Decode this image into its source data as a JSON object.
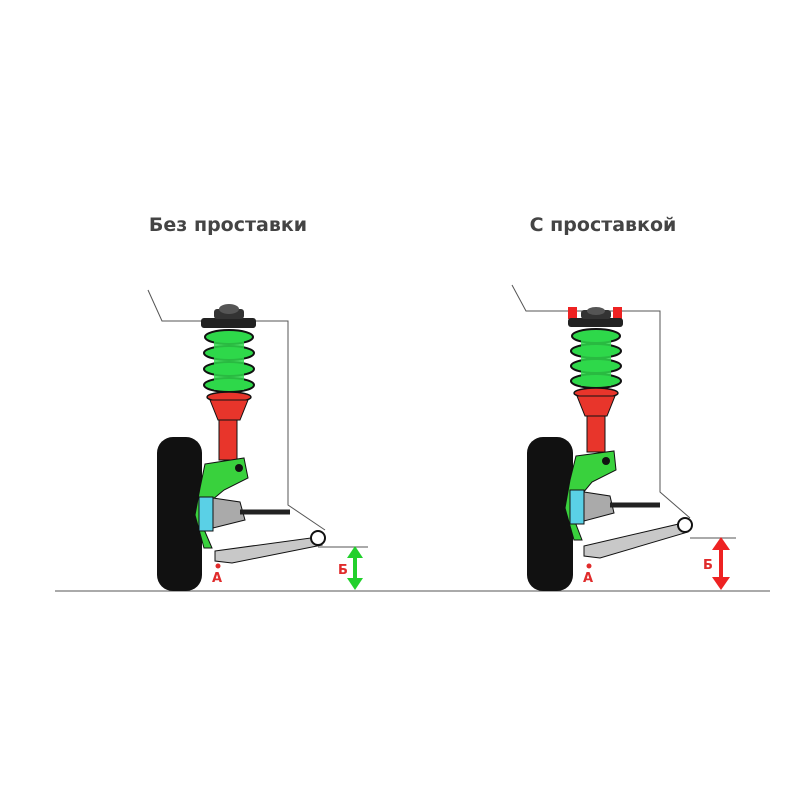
{
  "panels": {
    "left": {
      "title": "Без проставки",
      "point_a": "А",
      "point_b": "Б"
    },
    "right": {
      "title": "С проставкой",
      "point_a": "А",
      "point_b": "Б"
    }
  },
  "colors": {
    "spring": "#2ed84a",
    "damper": "#e8352b",
    "hub": "#39d13d",
    "bearing": "#5ad0e6",
    "tire": "#111111",
    "arrow_left": "#22d02c",
    "arrow_right": "#ee2222",
    "spacer": "#ee2222",
    "label_red": "#e02b2b"
  }
}
